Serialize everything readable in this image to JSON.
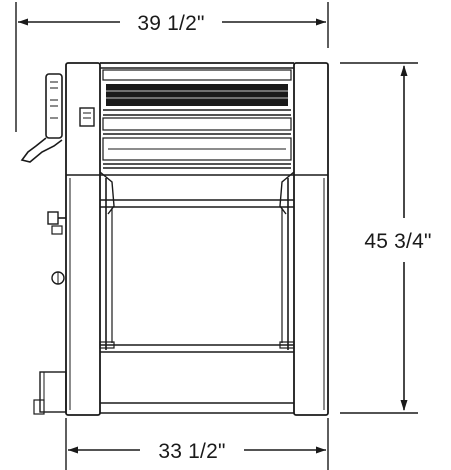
{
  "dimensions": {
    "top_width": "39 1/2\"",
    "height": "45 3/4\"",
    "bottom_width": "33 1/2\""
  },
  "colors": {
    "line": "#1a1a1a",
    "background": "#ffffff"
  }
}
